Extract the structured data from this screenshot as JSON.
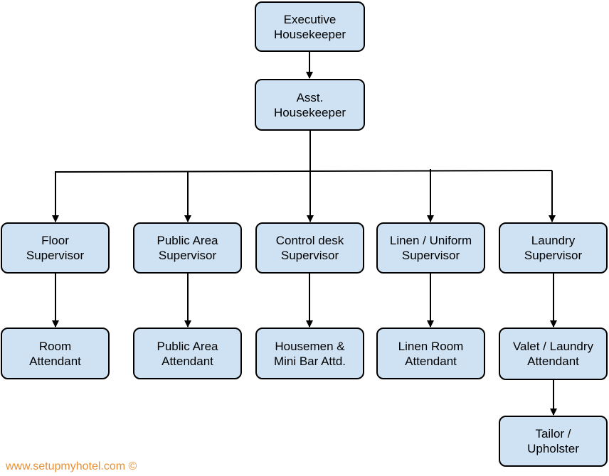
{
  "nodes": {
    "executive_housekeeper": {
      "line1": "Executive",
      "line2": "Housekeeper"
    },
    "asst_housekeeper": {
      "line1": "Asst.",
      "line2": "Housekeeper"
    },
    "floor_supervisor": {
      "line1": "Floor",
      "line2": "Supervisor"
    },
    "public_area_supervisor": {
      "line1": "Public Area",
      "line2": "Supervisor"
    },
    "control_desk_supervisor": {
      "line1": "Control desk",
      "line2": "Supervisor"
    },
    "linen_uniform_supervisor": {
      "line1": "Linen / Uniform",
      "line2": "Supervisor"
    },
    "laundry_supervisor": {
      "line1": "Laundry",
      "line2": "Supervisor"
    },
    "room_attendant": {
      "line1": "Room",
      "line2": "Attendant"
    },
    "public_area_attendant": {
      "line1": "Public Area",
      "line2": "Attendant"
    },
    "housemen_mini_bar": {
      "line1": "Housemen &",
      "line2": "Mini Bar Attd."
    },
    "linen_room_attendant": {
      "line1": "Linen Room",
      "line2": "Attendant"
    },
    "valet_laundry_attendant": {
      "line1": "Valet / Laundry",
      "line2": "Attendant"
    },
    "tailor_upholster": {
      "line1": "Tailor /",
      "line2": "Upholster"
    }
  },
  "footer": "www.setupmyhotel.com ©",
  "colors": {
    "node_fill": "#cfe2f3",
    "node_border": "#000000",
    "footer_text": "#e69138"
  }
}
